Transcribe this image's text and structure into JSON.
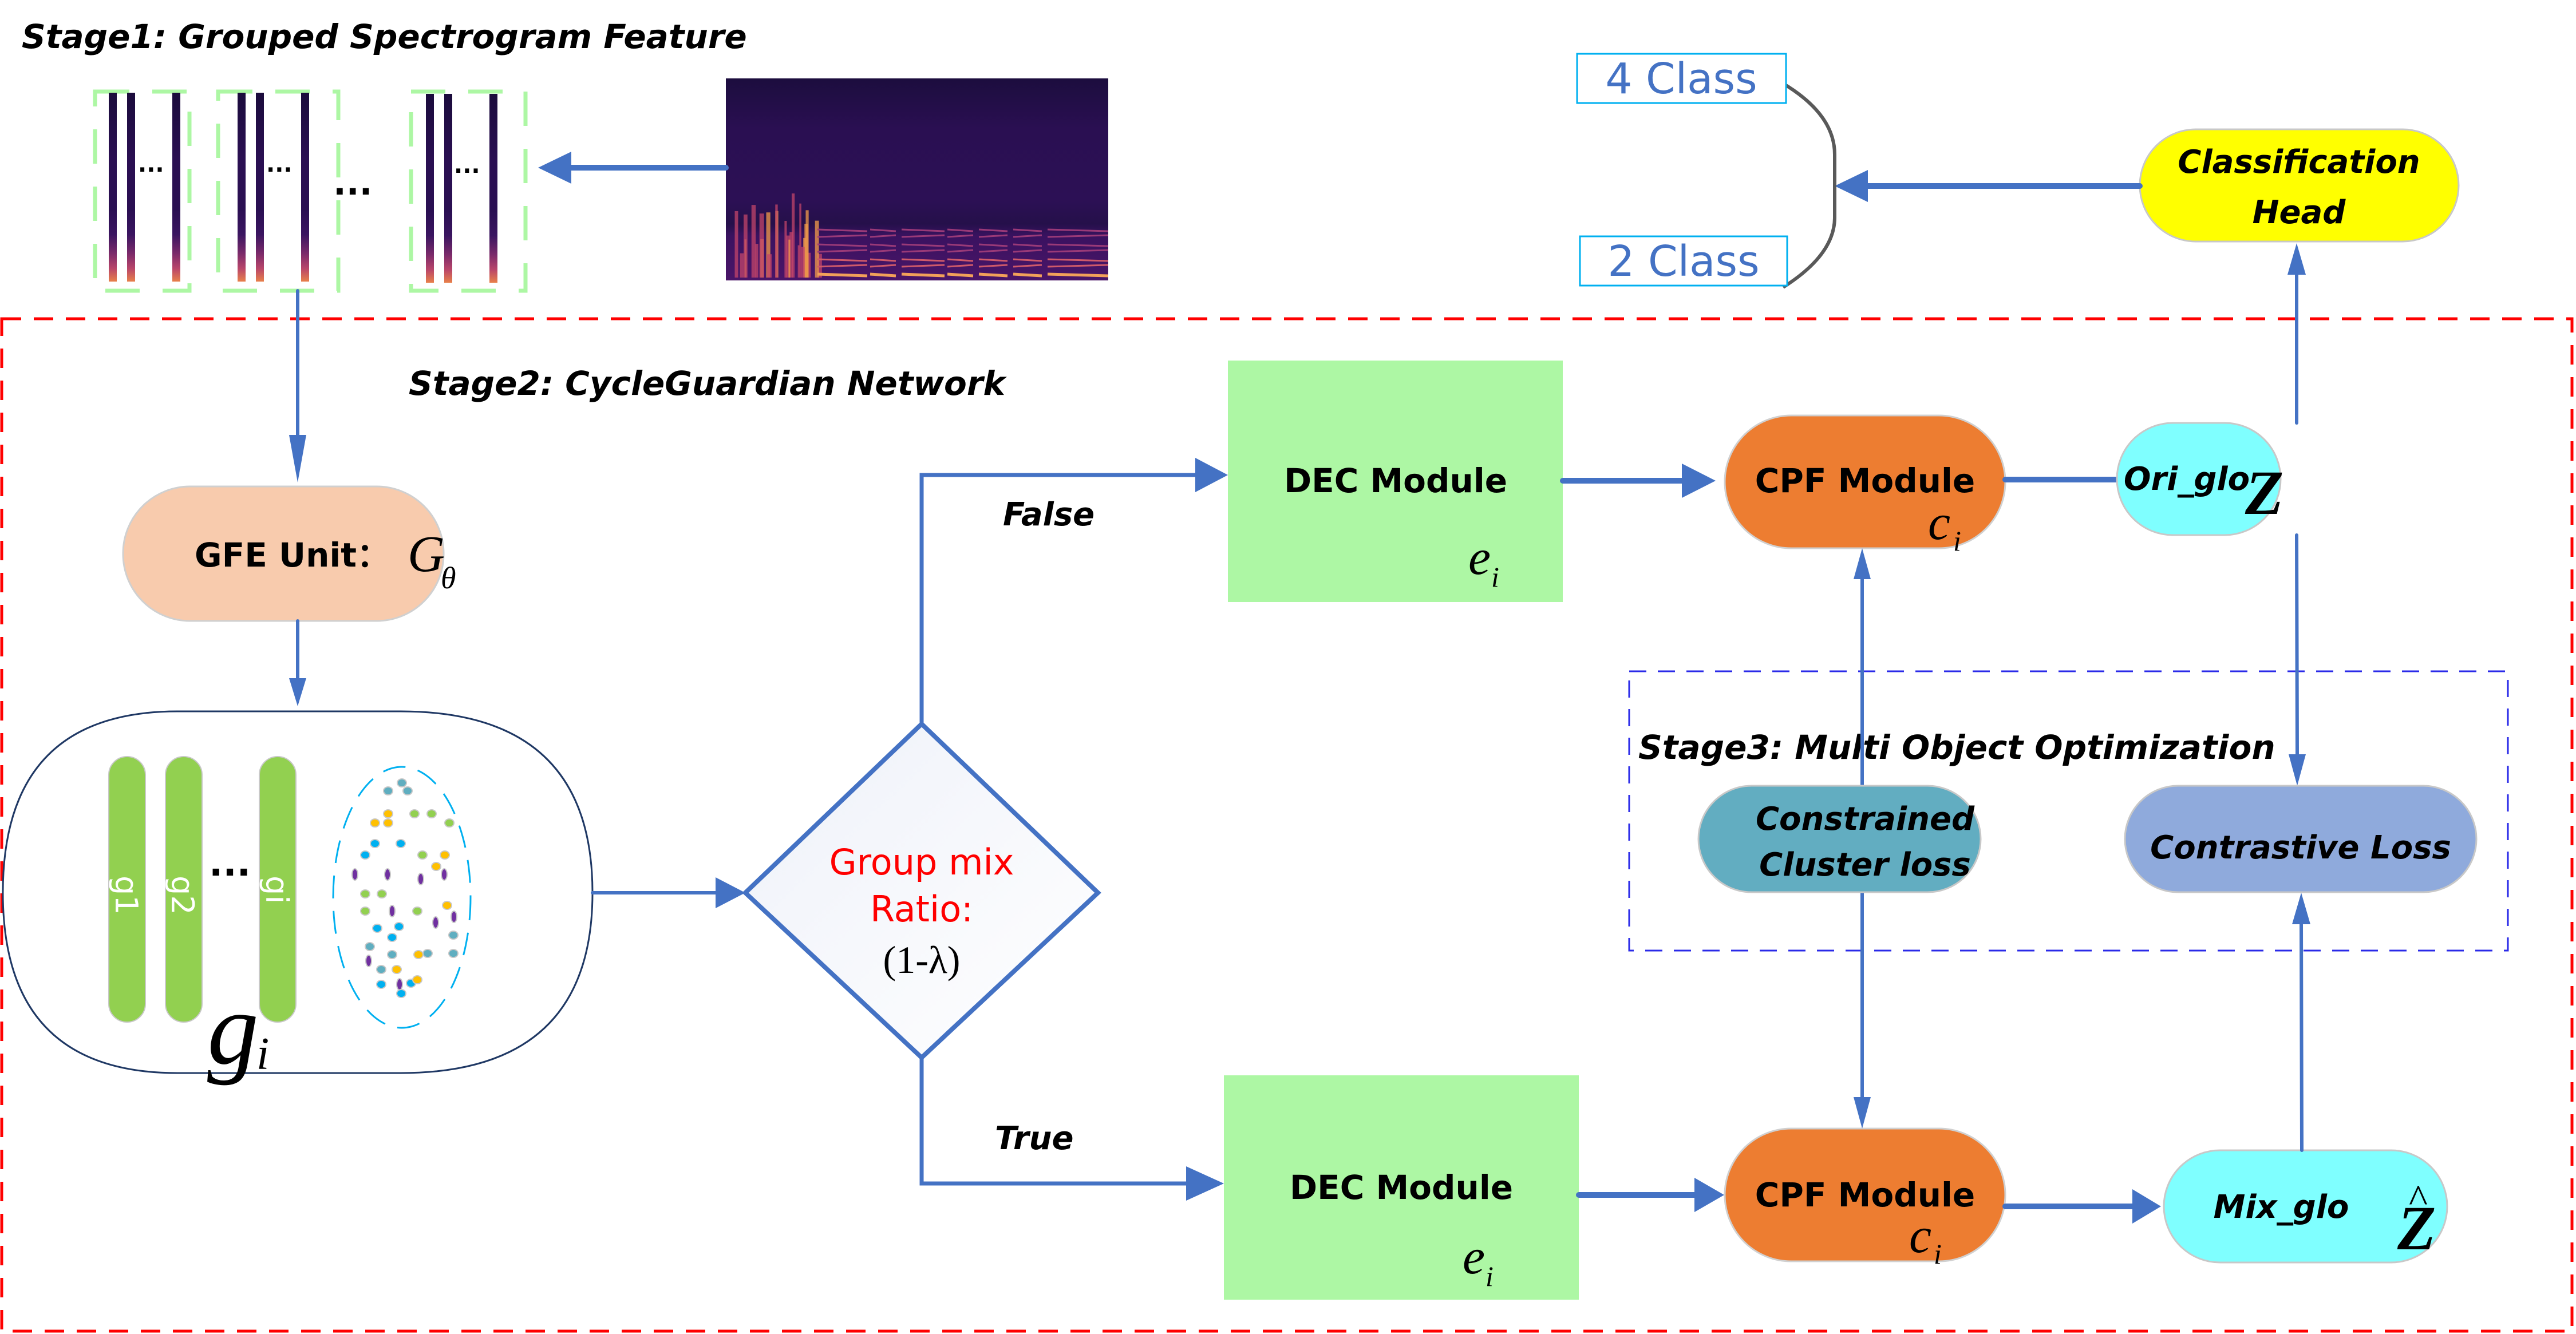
{
  "stage1": {
    "title": "Stage1:  Grouped Spectrogram Feature",
    "group_ellipsis": "...",
    "inner_ellipsis": "..."
  },
  "stage2": {
    "title": "Stage2: CycleGuardian Network"
  },
  "stage3": {
    "title": "Stage3:  Multi Object Optimization"
  },
  "gfe_unit": {
    "label": "GFE  Unit：",
    "symbol": "G",
    "subscript": "θ"
  },
  "groups": {
    "bars": [
      "g1",
      "g2",
      "gi"
    ],
    "ellipsis": "...",
    "symbol": "g",
    "subscript": "i",
    "scatter_colors": [
      "#5FAEC0",
      "#FFC000",
      "#92D050",
      "#00B0F0",
      "#7030A0"
    ]
  },
  "decision": {
    "line1": "Group mix",
    "line2": "Ratio:",
    "formula": "(1-λ)",
    "false_label": "False",
    "true_label": "True"
  },
  "dec_top": {
    "label": "DEC  Module",
    "symbol": "e",
    "subscript": "i"
  },
  "dec_bottom": {
    "label": "DEC  Module",
    "symbol": "e",
    "subscript": "i"
  },
  "cpf_top": {
    "label": "CPF Module",
    "symbol": "c",
    "subscript": "i"
  },
  "cpf_bottom": {
    "label": "CPF Module",
    "symbol": "c",
    "subscript": "i"
  },
  "ori_glo": {
    "label": "Ori_glo",
    "symbol": "Z"
  },
  "mix_glo": {
    "label": "Mix_glo",
    "symbol": "Z",
    "accent": "^"
  },
  "constrained_loss": {
    "line1": "Constrained",
    "line2": "Cluster loss"
  },
  "contrastive_loss": {
    "label": "Contrastive  Loss"
  },
  "classification_head": {
    "line1": "Classification",
    "line2": "Head"
  },
  "outputs": {
    "class4": "4 Class",
    "class2": "2 Class"
  },
  "colors": {
    "flow": "#4472C4",
    "stage2_border": "#FF0000",
    "stage3_border": "#2A2AE8",
    "gfe_fill": "#F8CBAD",
    "dec_fill": "#ADF7A4",
    "cpf_fill": "#ED7D31",
    "glo_fill": "#7FFFFF",
    "constrained_fill": "#62ADC1",
    "contrastive_fill": "#8FAADC",
    "head_fill": "#FFFF00",
    "group_bar_fill": "#92D050",
    "class_box_border": "#00B0F0",
    "spectrogram_bg": "#2A0F52"
  }
}
